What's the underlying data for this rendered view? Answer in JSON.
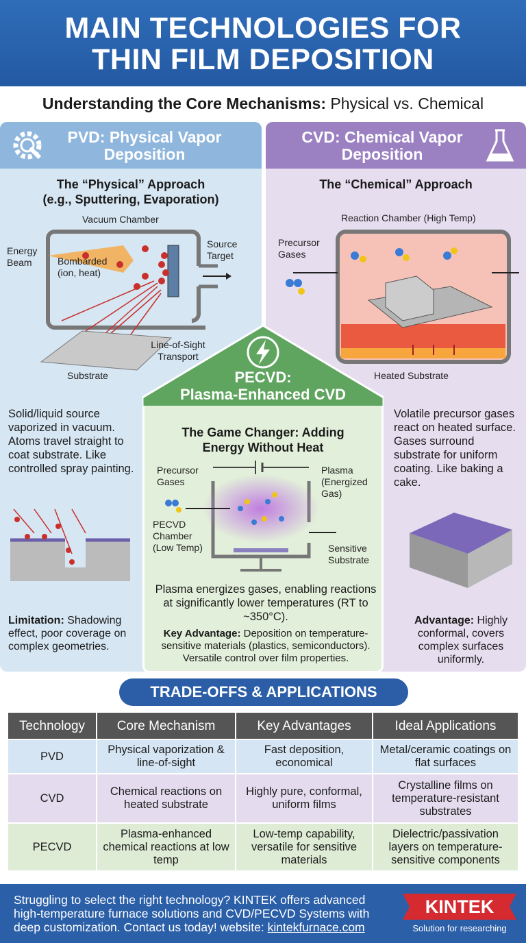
{
  "header": {
    "title_line1": "MAIN TECHNOLOGIES FOR",
    "title_line2": "THIN FILM DEPOSITION"
  },
  "subtitle": {
    "bold": "Understanding the Core Mechanisms:",
    "rest": " Physical vs. Chemical"
  },
  "pvd": {
    "title_line1": "PVD: Physical Vapor",
    "title_line2": "Deposition",
    "approach_line1": "The “Physical” Approach",
    "approach_line2": "(e.g., Sputtering, Evaporation)",
    "labels": {
      "chamber": "Vacuum Chamber",
      "beam": "Energy Beam",
      "bombarded": "Bombarded (ion, heat)",
      "source": "Source Target",
      "transport": "Line-of-Sight Transport",
      "substrate": "Substrate"
    },
    "description": "Solid/liquid source vaporized in vacuum. Atoms travel straight to coat substrate. Like controlled spray painting.",
    "limitation_label": "Limitation:",
    "limitation_text": " Shadowing effect, poor coverage on complex geometries."
  },
  "cvd": {
    "title_line1": "CVD: Chemical Vapor",
    "title_line2": "Deposition",
    "approach": "The “Chemical” Approach",
    "labels": {
      "chamber": "Reaction Chamber (High Temp)",
      "gases": "Precursor Gases",
      "substrate": "Heated Substrate"
    },
    "description": "Volatile precursor gases react on heated surface. Gases surround substrate for uniform coating. Like baking a cake.",
    "advantage_label": "Advantage:",
    "advantage_text": " Highly conformal, covers complex surfaces uniformly."
  },
  "pecvd": {
    "title_line1": "PECVD:",
    "title_line2": "Plasma-Enhanced CVD",
    "subtitle": "The Game Changer: Adding Energy Without Heat",
    "labels": {
      "gases": "Precursor Gases",
      "plasma": "Plasma (Energized Gas)",
      "chamber": "PECVD Chamber (Low Temp)",
      "substrate": "Sensitive Substrate"
    },
    "description": "Plasma energizes gases, enabling reactions at significantly lower temperatures (RT to ~350°C).",
    "advantage_label": "Key Advantage:",
    "advantage_text": " Deposition on temperature-sensitive materials (plastics, semiconductors). Versatile control over film properties."
  },
  "tradeoffs": {
    "banner": "TRADE-OFFS & APPLICATIONS",
    "headers": [
      "Technology",
      "Core Mechanism",
      "Key Advantages",
      "Ideal Applications"
    ],
    "rows": [
      [
        "PVD",
        "Physical vaporization & line-of-sight",
        "Fast deposition, economical",
        "Metal/ceramic coatings on flat surfaces"
      ],
      [
        "CVD",
        "Chemical reactions on heated substrate",
        "Highly pure, conformal, uniform films",
        "Crystalline films on temperature-resistant substrates"
      ],
      [
        "PECVD",
        "Plasma-enhanced chemical reactions at low temp",
        "Low-temp capability, versatile for sensitive materials",
        "Dielectric/passivation layers on temperature-sensitive components"
      ]
    ]
  },
  "footer": {
    "text": "Struggling to select the right technology? KINTEK offers advanced high-temperature furnace solutions and CVD/PECVD Systems with deep customization. Contact us today! website: ",
    "link": "kintekfurnace.com",
    "logo": "KINTEK",
    "slogan": "Solution for researching"
  },
  "colors": {
    "header": "#2f6db8",
    "pvd": "#d6e6f3",
    "cvd": "#e6ddef",
    "pecvd": "#5fa55f",
    "brand_red": "#d42a30"
  }
}
